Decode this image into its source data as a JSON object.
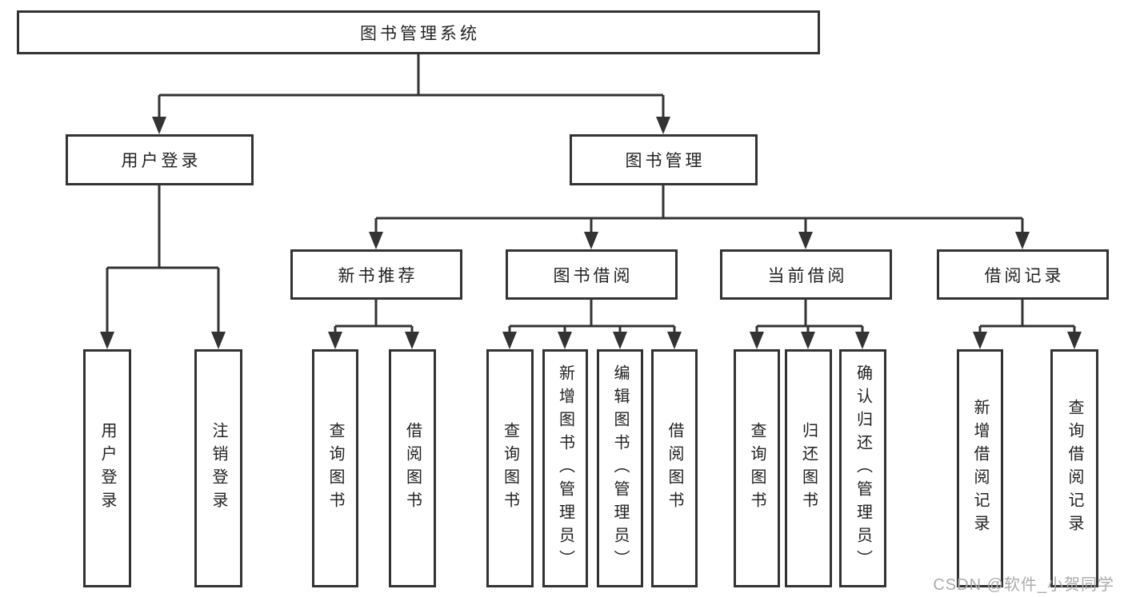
{
  "colors": {
    "line": "#333333",
    "text": "#222222",
    "background": "#ffffff",
    "watermark": "#ababab"
  },
  "watermark": "CSDN @软件_小贺同学",
  "tree": {
    "root": {
      "label": "图书管理系统"
    },
    "branches": [
      {
        "label": "用户登录",
        "children": [
          {
            "label": "用户登录"
          },
          {
            "label": "注销登录"
          }
        ]
      },
      {
        "label": "图书管理",
        "children": [
          {
            "label": "新书推荐",
            "children": [
              {
                "label": "查询图书"
              },
              {
                "label": "借阅图书"
              }
            ]
          },
          {
            "label": "图书借阅",
            "children": [
              {
                "label": "查询图书"
              },
              {
                "label": "新增图书（管理员）"
              },
              {
                "label": "编辑图书（管理员）"
              },
              {
                "label": "借阅图书"
              }
            ]
          },
          {
            "label": "当前借阅",
            "children": [
              {
                "label": "查询图书"
              },
              {
                "label": "归还图书"
              },
              {
                "label": "确认归还（管理员）"
              }
            ]
          },
          {
            "label": "借阅记录",
            "children": [
              {
                "label": "新增借阅记录"
              },
              {
                "label": "查询借阅记录"
              }
            ]
          }
        ]
      }
    ]
  }
}
